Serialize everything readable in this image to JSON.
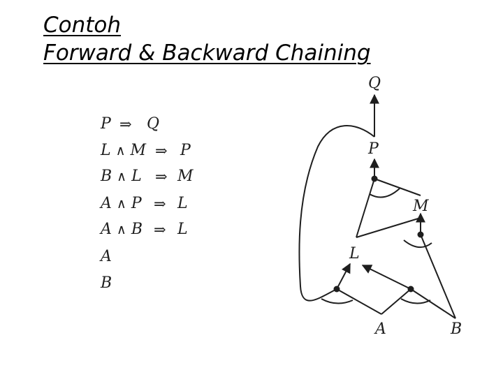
{
  "title": {
    "line1": "Contoh",
    "line2": "Forward & Backward Chaining"
  },
  "rules": [
    {
      "lhs": [
        "P"
      ],
      "arrow": "⇒",
      "rhs": "Q"
    },
    {
      "lhs": [
        "L",
        "M"
      ],
      "arrow": "⇒",
      "rhs": "P"
    },
    {
      "lhs": [
        "B",
        "L"
      ],
      "arrow": "⇒",
      "rhs": "M"
    },
    {
      "lhs": [
        "A",
        "P"
      ],
      "arrow": "⇒",
      "rhs": "L"
    },
    {
      "lhs": [
        "A",
        "B"
      ],
      "arrow": "⇒",
      "rhs": "L"
    },
    {
      "lhs": [
        "A"
      ],
      "arrow": "",
      "rhs": ""
    },
    {
      "lhs": [
        "B"
      ],
      "arrow": "",
      "rhs": ""
    }
  ],
  "and_symbol": "∧",
  "graph": {
    "nodes": [
      {
        "id": "Q",
        "label": "Q"
      },
      {
        "id": "P",
        "label": "P"
      },
      {
        "id": "M",
        "label": "M"
      },
      {
        "id": "L",
        "label": "L"
      },
      {
        "id": "A",
        "label": "A"
      },
      {
        "id": "B",
        "label": "B"
      }
    ]
  }
}
